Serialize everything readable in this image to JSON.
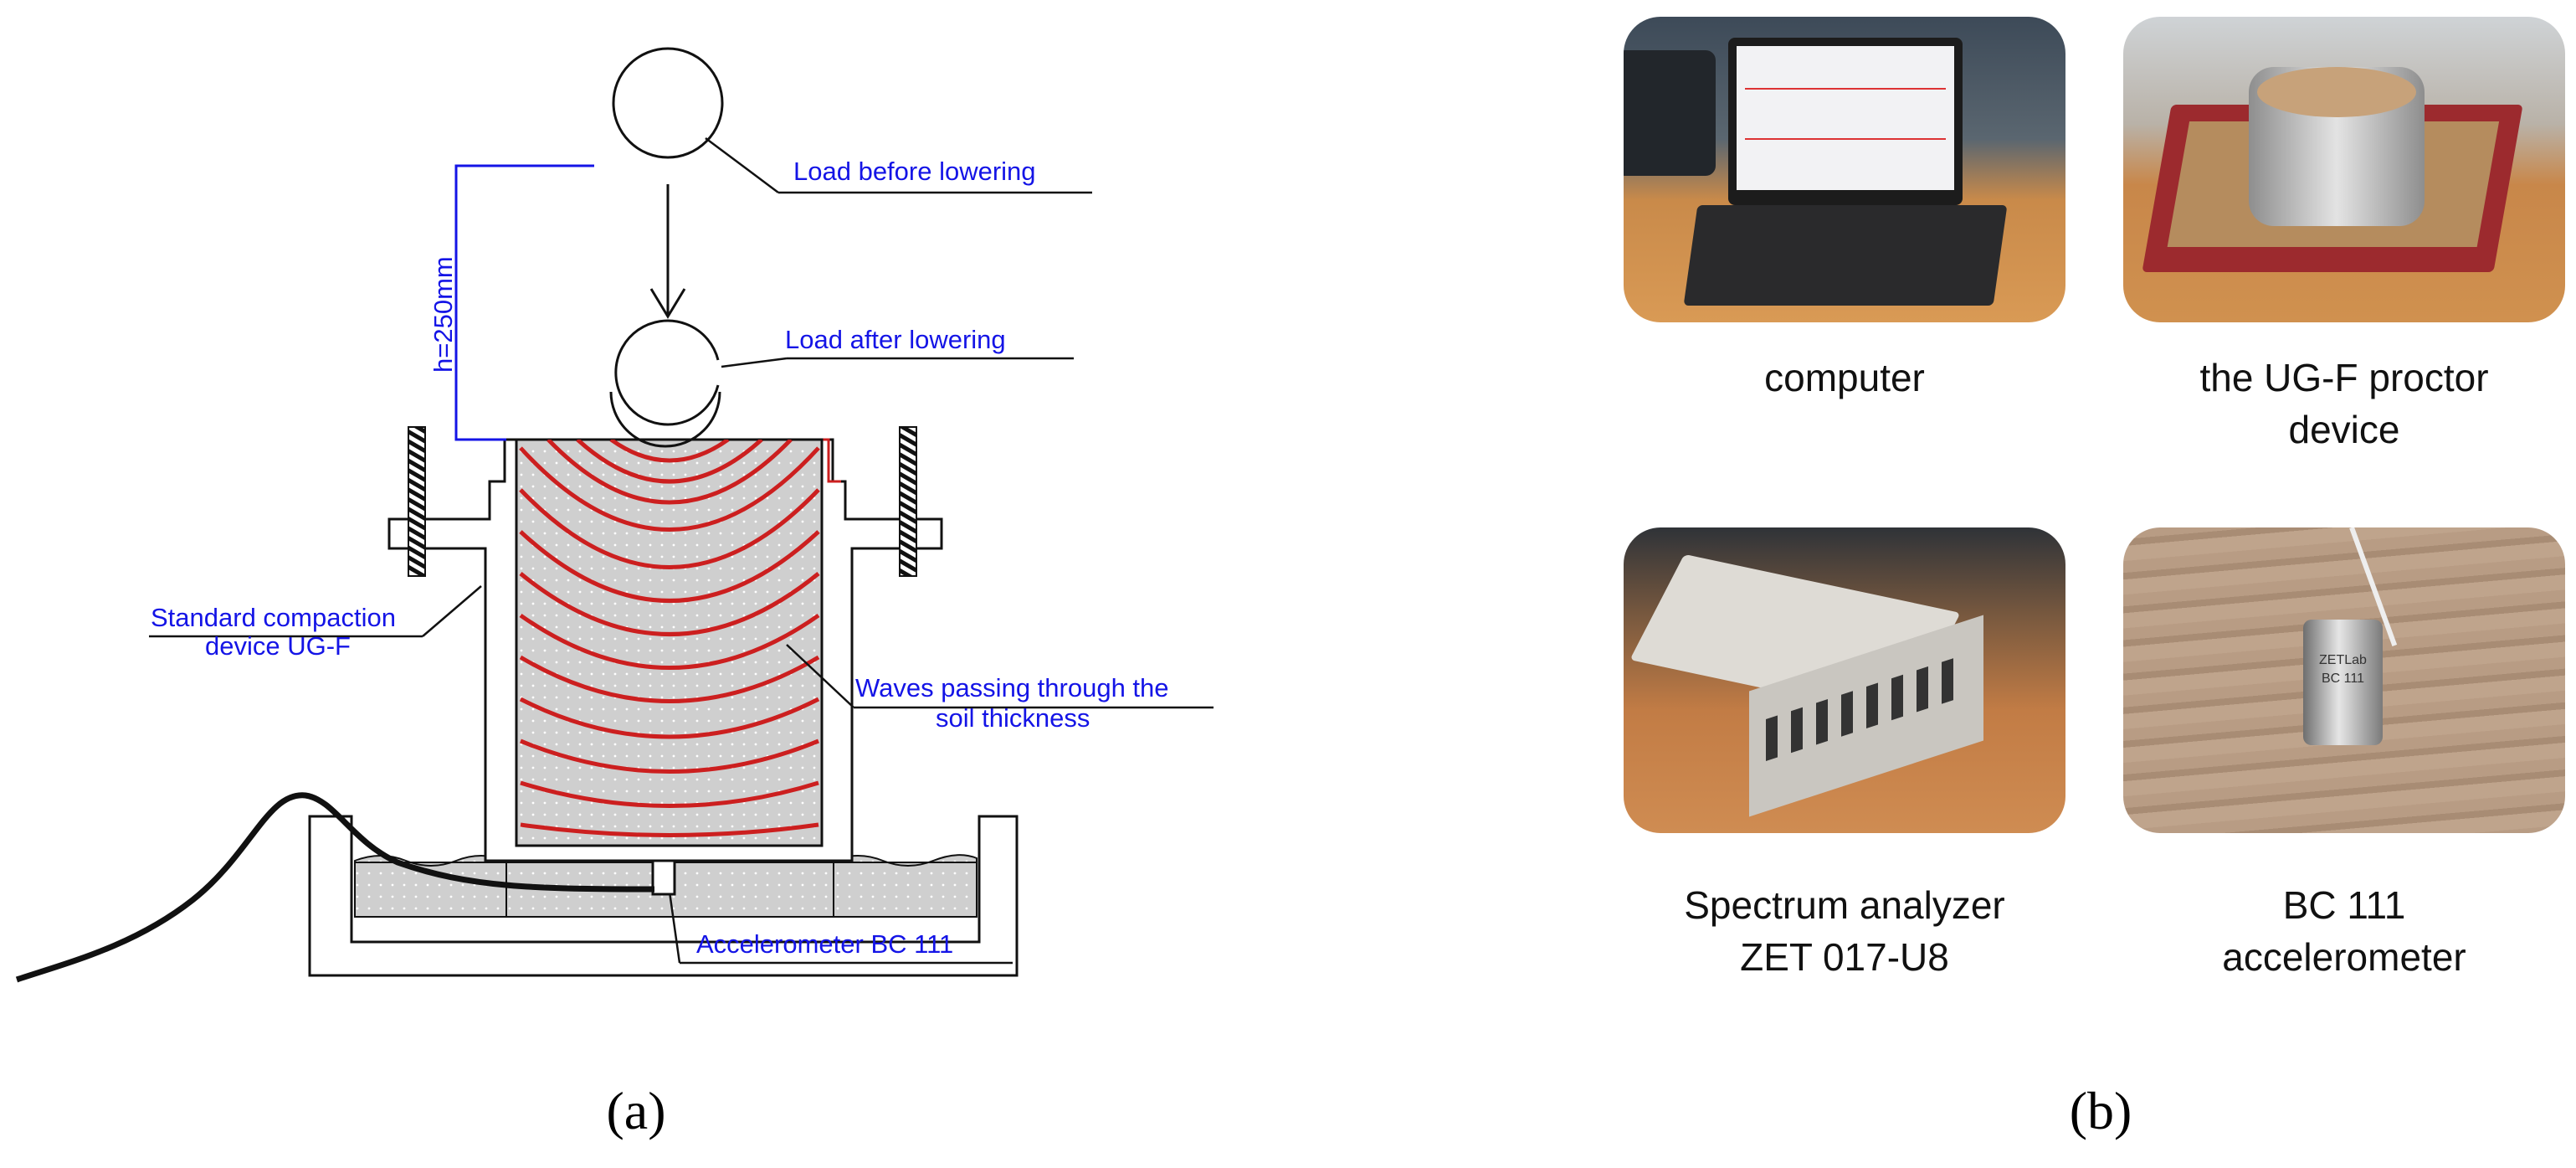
{
  "panel_a": {
    "caption": "(a)",
    "labels": {
      "load_before": "Load before lowering",
      "load_after": "Load after lowering",
      "height": "h=250mm",
      "device_line1": "Standard compaction",
      "device_line2": "device UG-F",
      "waves_line1": "Waves passing through the",
      "waves_line2": "soil thickness",
      "accelerometer": "Accelerometer BC 111"
    }
  },
  "panel_b": {
    "caption": "(b)",
    "photos": [
      {
        "caption": "computer"
      },
      {
        "caption_line1": "the UG-F proctor",
        "caption_line2": "device"
      },
      {
        "caption_line1": "Spectrum analyzer",
        "caption_line2": "ZET 017-U8"
      },
      {
        "caption_line1": "BC 111",
        "caption_line2": "accelerometer",
        "engraving": "ZETLab",
        "model": "BC 111"
      }
    ]
  },
  "colors": {
    "label_blue": "#1414e6",
    "wave_red": "#cc1f1f",
    "soil_gray": "#cfcfcf"
  }
}
